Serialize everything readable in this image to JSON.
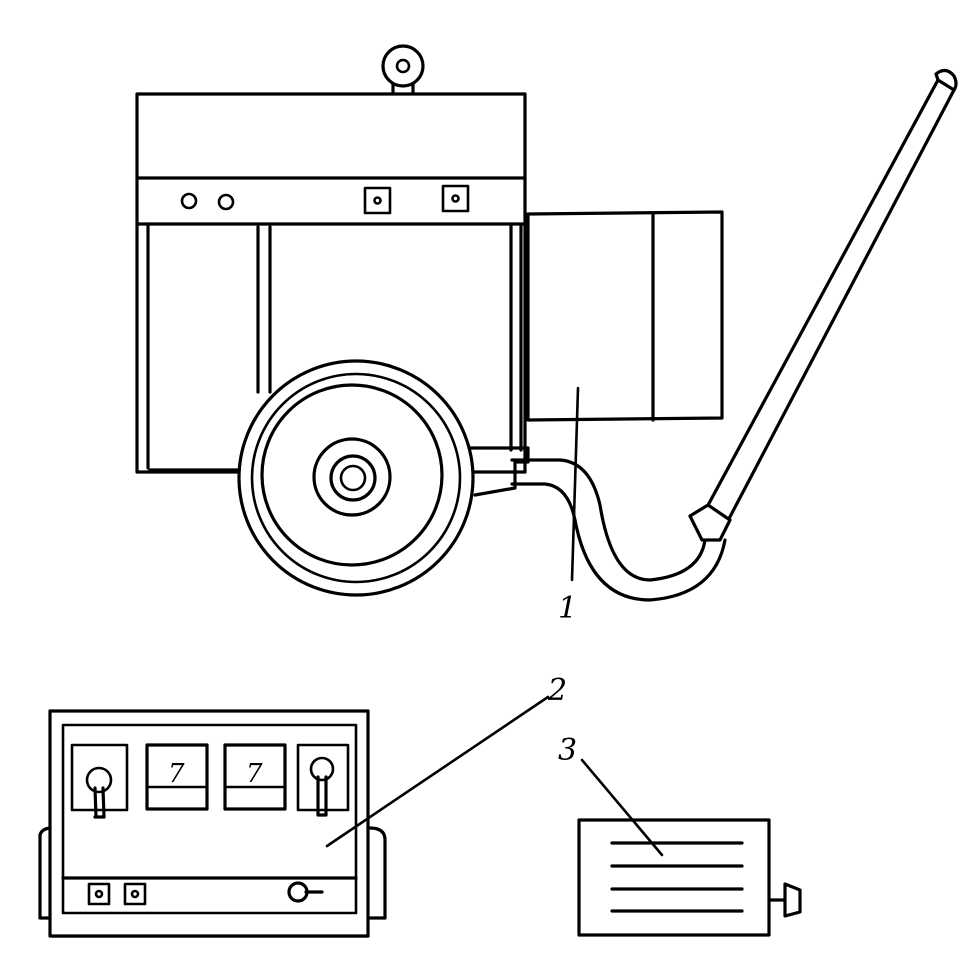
{
  "labels": {
    "generator": "1",
    "control_panel": "2",
    "electrode_holder": "3"
  },
  "meters": [
    "7",
    "7"
  ]
}
